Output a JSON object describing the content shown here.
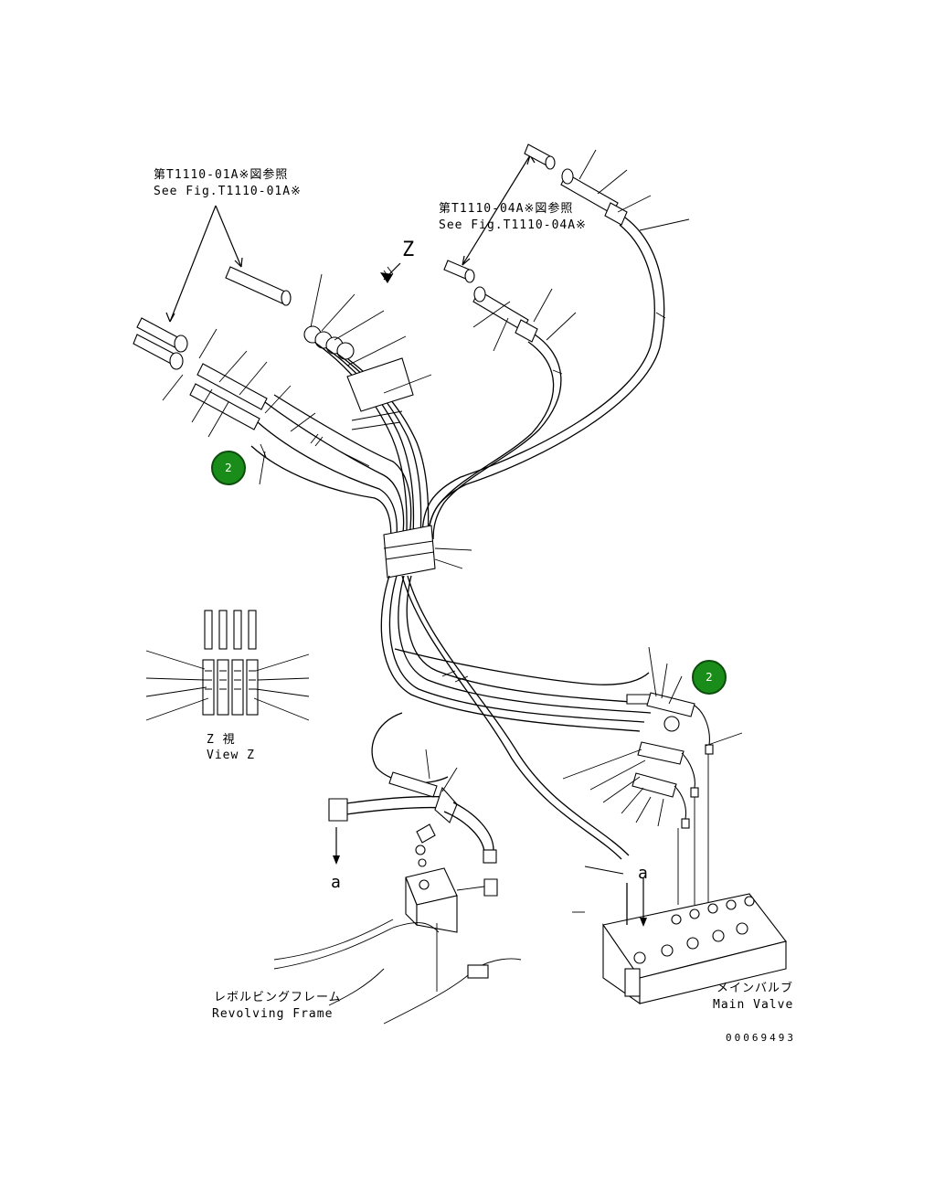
{
  "references": {
    "left_jp": "第T1110-01A※図参照",
    "left_en": "See Fig.T1110-01A※",
    "right_jp": "第T1110-04A※図参照",
    "right_en": "See Fig.T1110-04A※"
  },
  "view_marker": "Z",
  "view_z": {
    "jp": "Z 視",
    "en": "View Z"
  },
  "arrow_label": "a",
  "arrow_label_2": "a",
  "revolving_frame": {
    "jp": "レボルビングフレーム",
    "en": "Revolving Frame"
  },
  "main_valve": {
    "jp": "メインバルブ",
    "en": "Main Valve"
  },
  "callouts": [
    "2",
    "2"
  ],
  "drawing_number": "00069493",
  "colors": {
    "callout_fill": "#1a8c1a",
    "line": "#000000"
  }
}
